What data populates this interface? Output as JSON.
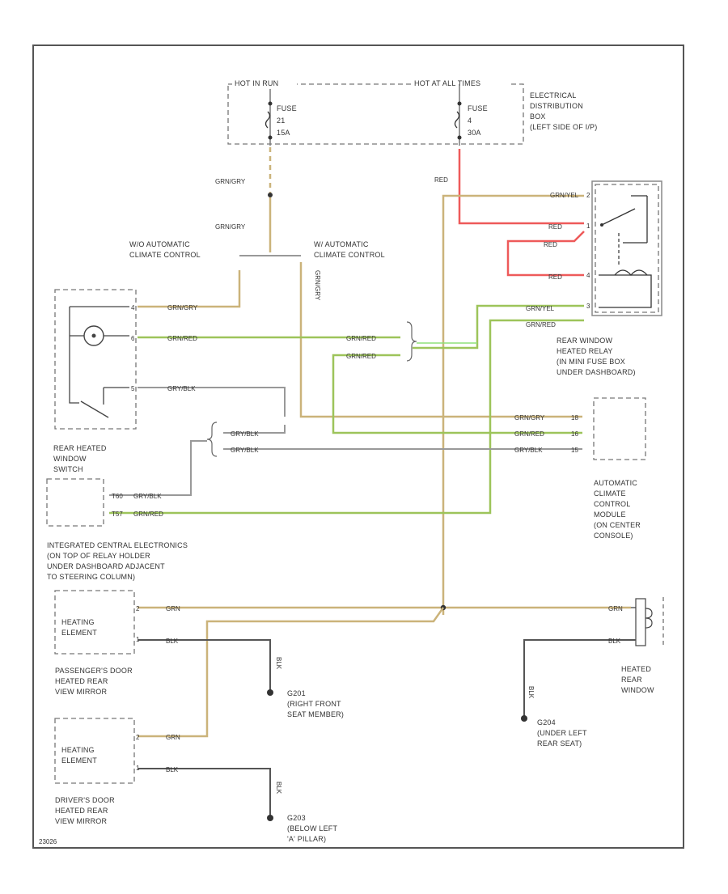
{
  "title_fragment": "",
  "fuse_box": {
    "left_header": "HOT IN RUN",
    "right_header": "HOT AT ALL TIMES",
    "left_fuse": [
      "FUSE",
      "21",
      "15A"
    ],
    "right_fuse": [
      "FUSE",
      "4",
      "30A"
    ],
    "name": [
      "ELECTRICAL",
      "DISTRIBUTION",
      "BOX",
      "(LEFT SIDE OF I/P)"
    ]
  },
  "wires": {
    "gry_top": "GRN/GRY",
    "gry_mid": "GRN/GRY",
    "red": "RED",
    "red2": "RED",
    "red3": "RED",
    "red4": "RED",
    "grn_yel1": "GRN/YEL",
    "grn_yel2": "GRN/YEL",
    "switch_w1": "GRN/GRY",
    "switch_w2": "GRN/RED",
    "switch_w3": "GRY/BLK",
    "mid_w1": "GRN/RED",
    "mid_w2": "GRN/RED",
    "left_w1": "GRY/BLK",
    "left_w2": "GRY/BLK",
    "module_w1": "GRN/GRY",
    "module_w2": "GRN/RED",
    "module_w3": "GRY/BLK",
    "ice_w1": "GRY/BLK",
    "ice_w2": "GRN/RED",
    "mirror_p1": "GRN",
    "mirror_p2": "BLK",
    "mirror_d1": "GRN",
    "mirror_d2": "BLK",
    "rear_w1": "GRN",
    "rear_w2": "BLK",
    "vert_yel": "GRN/GRY",
    "blk1": "BLK",
    "blk2": "BLK",
    "blk3": "BLK"
  },
  "labels": {
    "wo_auto": [
      "W/O AUTOMATIC",
      "CLIMATE CONTROL"
    ],
    "w_auto": [
      "W/ AUTOMATIC",
      "CLIMATE CONTROL"
    ],
    "relay": [
      "REAR WINDOW",
      "HEATED RELAY",
      "(IN MINI FUSE BOX",
      "UNDER DASHBOARD)"
    ],
    "switch": [
      "REAR HEATED",
      "WINDOW",
      "SWITCH"
    ],
    "module": [
      "AUTOMATIC",
      "CLIMATE",
      "CONTROL",
      "MODULE",
      "(ON CENTER",
      "CONSOLE)"
    ],
    "ice": [
      "INTEGRATED CENTRAL ELECTRONICS",
      "(ON TOP OF RELAY HOLDER",
      "UNDER DASHBOARD ADJACENT",
      "TO STEERING COLUMN)"
    ],
    "heating_element": [
      "HEATING",
      "ELEMENT"
    ],
    "pass_mirror": [
      "PASSENGER'S DOOR",
      "HEATED REAR",
      "VIEW MIRROR"
    ],
    "driver_mirror": [
      "DRIVER'S DOOR",
      "HEATED REAR",
      "VIEW MIRROR"
    ],
    "rear_window": [
      "HEATED",
      "REAR",
      "WINDOW"
    ],
    "g201": [
      "G201",
      "(RIGHT FRONT",
      "SEAT MEMBER)"
    ],
    "g204": [
      "G204",
      "(UNDER LEFT",
      "REAR SEAT)"
    ],
    "g203": [
      "G203",
      "(BELOW LEFT",
      "'A' PILLAR)"
    ],
    "footer": "23026"
  },
  "pins": {
    "sw1": "4",
    "sw2": "6",
    "sw3": "5",
    "relay1": "2",
    "relay2": "1",
    "relay3": "4",
    "relay4": "3",
    "mod1": "18",
    "mod2": "16",
    "mod3": "15",
    "ice1": "T60",
    "ice2": "T57",
    "mp1": "2",
    "mp2": "1",
    "md1": "2",
    "md2": "1"
  }
}
